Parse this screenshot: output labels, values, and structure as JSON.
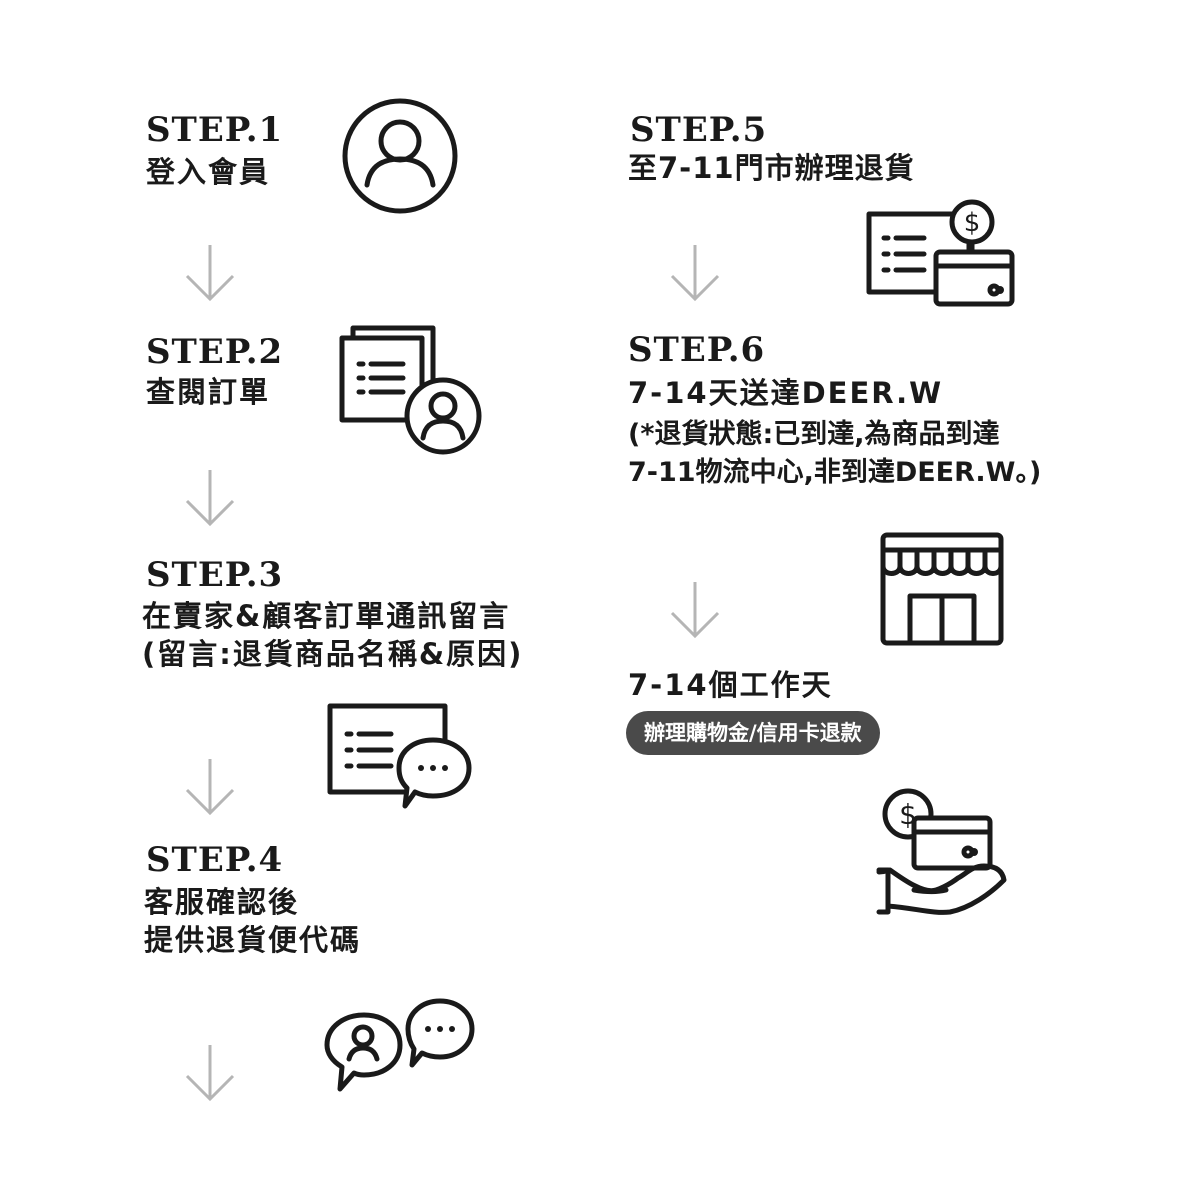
{
  "steps": [
    {
      "title": "STEP.1",
      "lines": [
        "登入會員"
      ]
    },
    {
      "title": "STEP.2",
      "lines": [
        "查閱訂單"
      ]
    },
    {
      "title": "STEP.3",
      "lines": [
        "在賣家&顧客訂單通訊留言",
        "(留言:退貨商品名稱&原因)"
      ]
    },
    {
      "title": "STEP.4",
      "lines": [
        "客服確認後",
        "提供退貨便代碼"
      ]
    },
    {
      "title": "STEP.5",
      "lines": [
        "至7-11門市辦理退貨"
      ]
    },
    {
      "title": "STEP.6",
      "lines": [
        "7-14天送達DEER.W"
      ],
      "note": [
        "(*退貨狀態:已到達,為商品到達",
        "7-11物流中心,非到達DEER.W。)"
      ]
    }
  ],
  "final": {
    "label": "7-14個工作天",
    "pill": "辦理購物金/信用卡退款"
  },
  "icons": {
    "step1": "user-circle-icon",
    "step2": "order-documents-user-icon",
    "step3": "message-document-chat-icon",
    "step4": "chat-bubbles-icon",
    "step5": "receipt-card-payment-icon",
    "step6": "convenience-store-icon",
    "final": "refund-hand-card-icon"
  },
  "colors": {
    "ink": "#1a1a1a",
    "arrow": "#b5b5b5",
    "pill_bg": "#4a4a4a",
    "pill_text": "#ffffff"
  }
}
